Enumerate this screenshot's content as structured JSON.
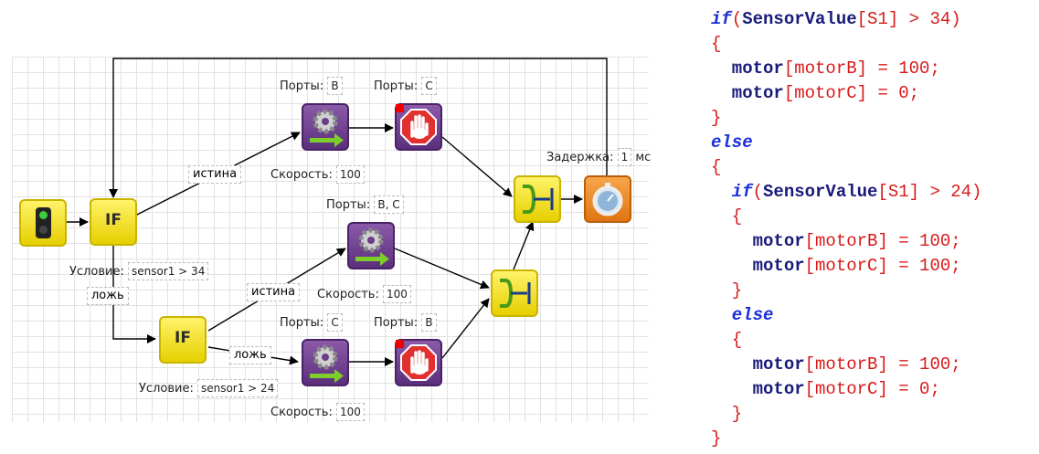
{
  "diagram": {
    "if1_text": "IF",
    "if2_text": "IF",
    "cond1_label": "Условие:",
    "cond1_value": "sensor1 > 34",
    "cond2_label": "Условие:",
    "cond2_value": "sensor1 > 24",
    "true1": "истина",
    "false1": "ложь",
    "true2": "истина",
    "false2": "ложь",
    "ports_label": "Порты:",
    "motor1_ports": "B",
    "stop1_ports": "C",
    "motor2_ports": "B, C",
    "motor3_ports": "C",
    "stop3_ports": "B",
    "speed_label": "Скорость:",
    "speed1": "100",
    "speed2": "100",
    "speed3": "100",
    "delay_label": "Задержка:",
    "delay_value": "1",
    "delay_unit": "мс"
  },
  "code": {
    "lines": [
      [
        [
          "kw",
          "if"
        ],
        [
          "rd",
          "("
        ],
        [
          "fn",
          "SensorValue"
        ],
        [
          "rd",
          "[S1] > 34)"
        ]
      ],
      [
        [
          "rd",
          "{"
        ]
      ],
      [
        [
          "fn",
          "  motor"
        ],
        [
          "rd",
          "[motorB] = 100;"
        ]
      ],
      [
        [
          "fn",
          "  motor"
        ],
        [
          "rd",
          "[motorC] = 0;"
        ]
      ],
      [
        [
          "rd",
          "}"
        ]
      ],
      [
        [
          "kw",
          "else"
        ]
      ],
      [
        [
          "rd",
          "{"
        ]
      ],
      [
        [
          "kw",
          "  if"
        ],
        [
          "rd",
          "("
        ],
        [
          "fn",
          "SensorValue"
        ],
        [
          "rd",
          "[S1] > 24)"
        ]
      ],
      [
        [
          "rd",
          "  {"
        ]
      ],
      [
        [
          "fn",
          "    motor"
        ],
        [
          "rd",
          "[motorB] = 100;"
        ]
      ],
      [
        [
          "fn",
          "    motor"
        ],
        [
          "rd",
          "[motorC] = 100;"
        ]
      ],
      [
        [
          "rd",
          "  }"
        ]
      ],
      [
        [
          "kw",
          "  else"
        ]
      ],
      [
        [
          "rd",
          "  {"
        ]
      ],
      [
        [
          "fn",
          "    motor"
        ],
        [
          "rd",
          "[motorB] = 100;"
        ]
      ],
      [
        [
          "fn",
          "    motor"
        ],
        [
          "rd",
          "[motorC] = 0;"
        ]
      ],
      [
        [
          "rd",
          "  }"
        ]
      ],
      [
        [
          "rd",
          "}"
        ]
      ]
    ]
  }
}
